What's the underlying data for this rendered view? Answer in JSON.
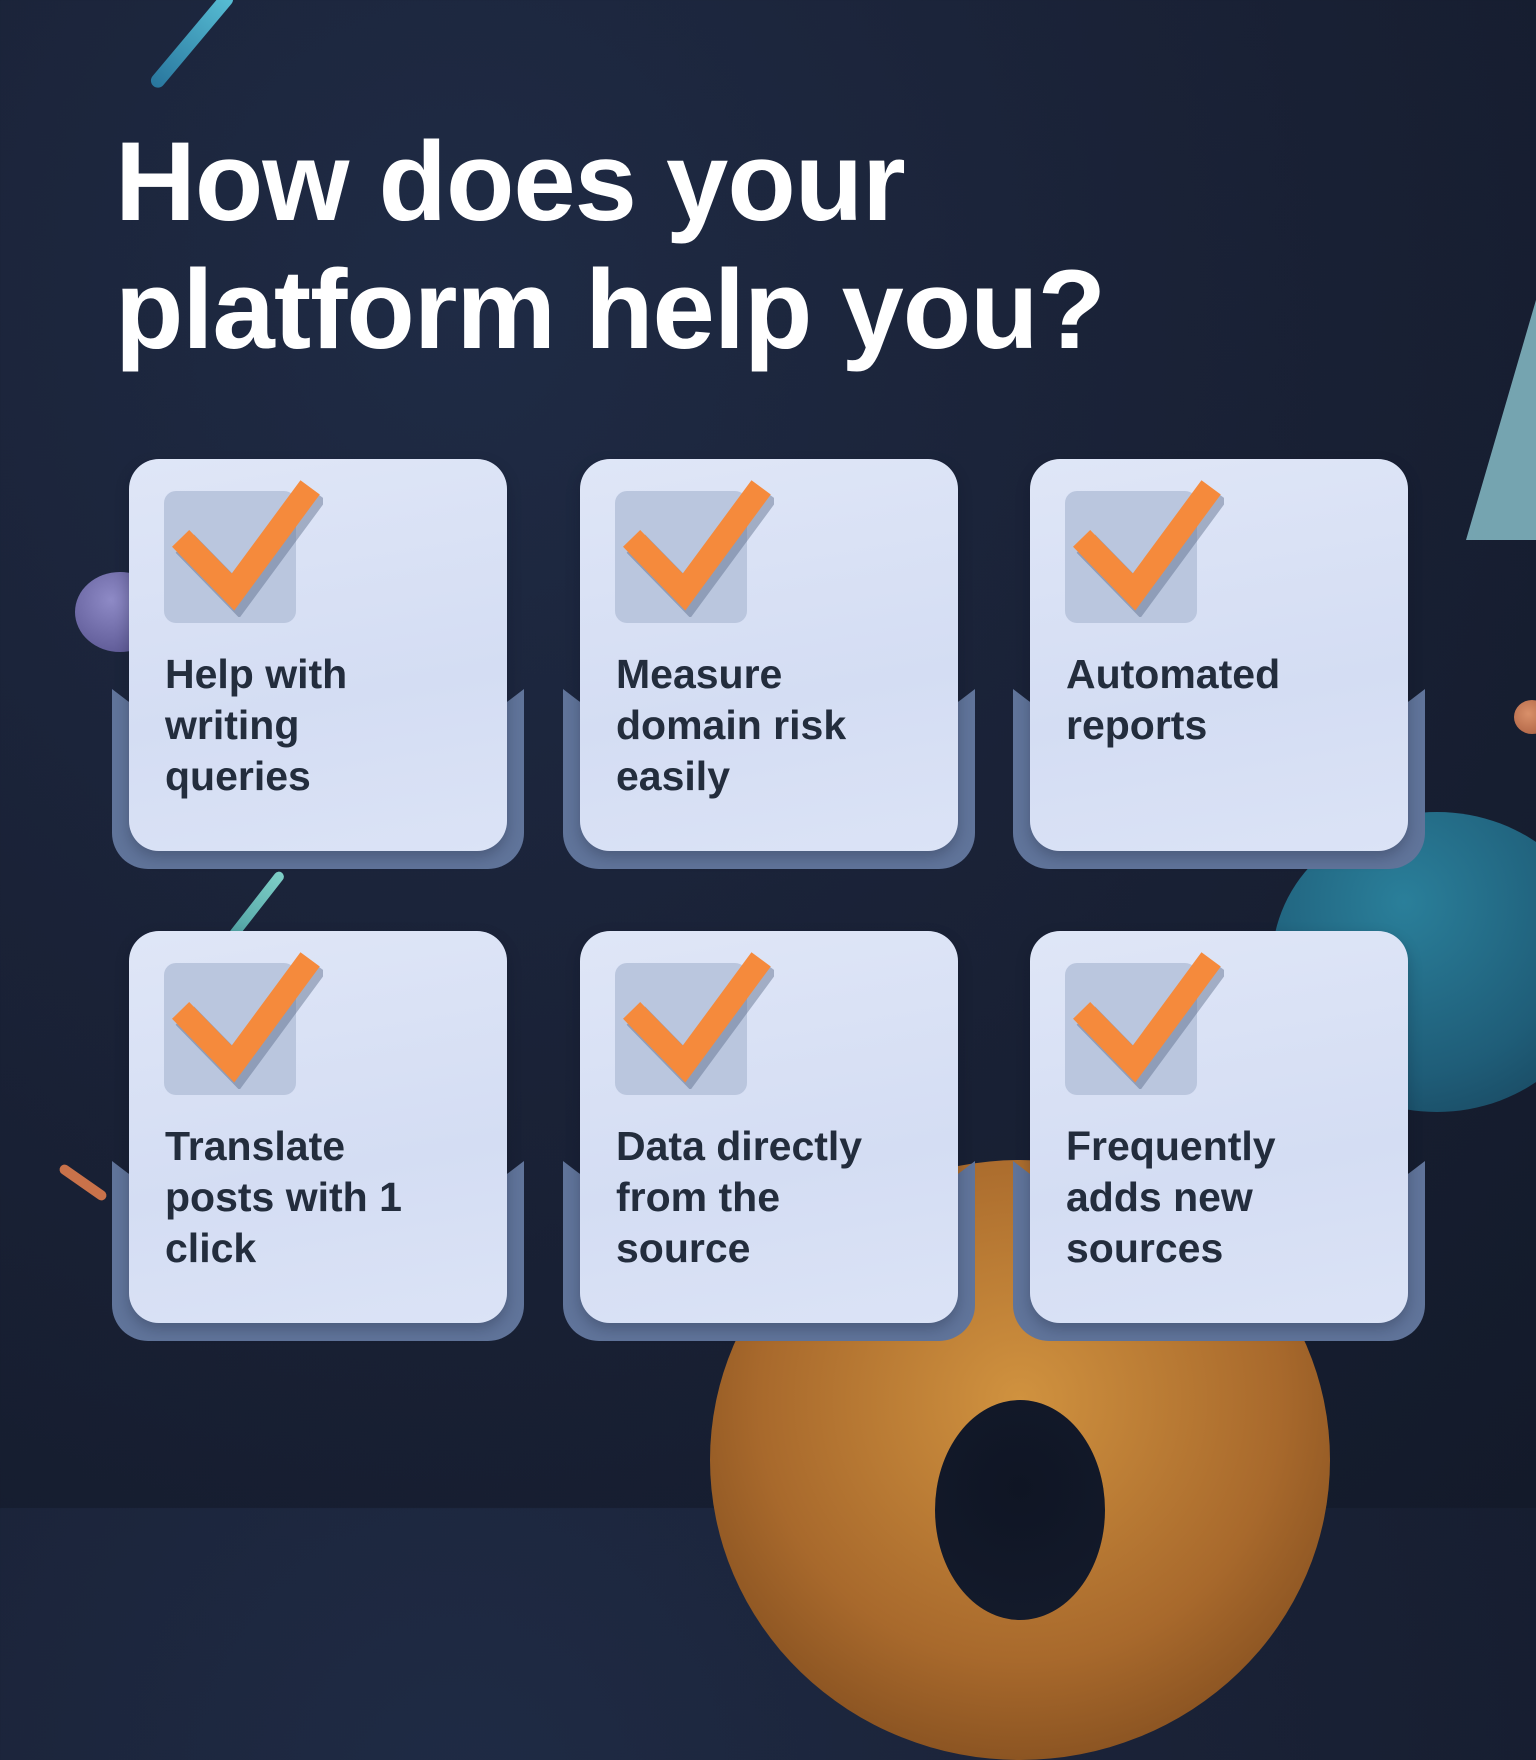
{
  "headline": {
    "line1": "How does your",
    "line2": "platform help you?"
  },
  "colors": {
    "background": "#1a2237",
    "card": "#dbe3f6",
    "card_tray": "#60749a",
    "check_box": "#bac6de",
    "check": "#f58a3c",
    "card_text": "#232d3d",
    "headline": "#ffffff"
  },
  "cards": [
    {
      "icon": "checkmark-icon",
      "line1": "Help with",
      "line2": "writing",
      "line3": "queries"
    },
    {
      "icon": "checkmark-icon",
      "line1": "Measure",
      "line2": "domain risk",
      "line3": "easily"
    },
    {
      "icon": "checkmark-icon",
      "line1": "Automated",
      "line2": "reports",
      "line3": ""
    },
    {
      "icon": "checkmark-icon",
      "line1": "Translate",
      "line2": "posts with 1",
      "line3": "click"
    },
    {
      "icon": "checkmark-icon",
      "line1": "Data directly",
      "line2": "from the",
      "line3": "source"
    },
    {
      "icon": "checkmark-icon",
      "line1": "Frequently",
      "line2": "adds new",
      "line3": "sources"
    }
  ]
}
